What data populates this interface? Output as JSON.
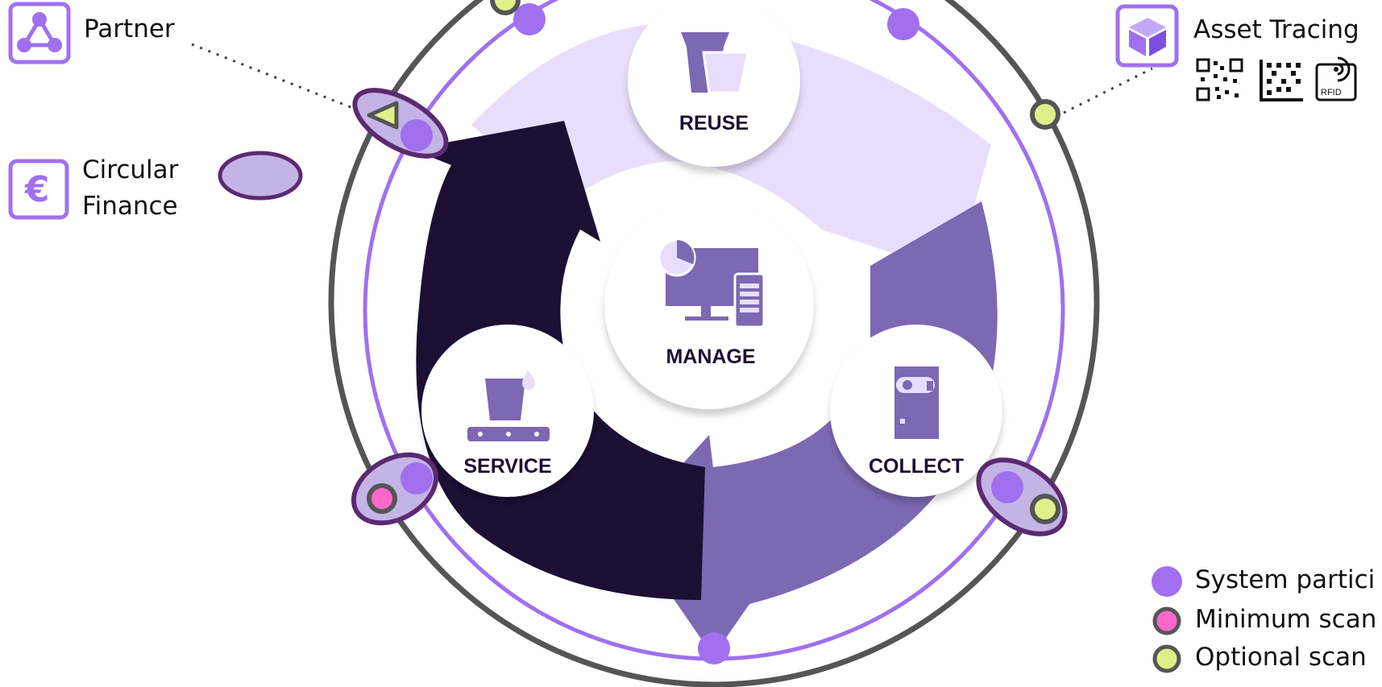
{
  "stages": {
    "reuse": "REUSE",
    "manage": "MANAGE",
    "collect": "COLLECT",
    "service": "SERVICE"
  },
  "features": {
    "partner": "Partner",
    "finance_line1": "Circular",
    "finance_line2": "Finance",
    "asset_tracing": "Asset Tracing",
    "rfid": "RFID"
  },
  "legend": [
    {
      "label": "System partici",
      "color": "#a070f0"
    },
    {
      "label": "Minimum scan",
      "color": "#ff66cc"
    },
    {
      "label": "Optional scan",
      "color": "#dff08a"
    }
  ],
  "colors": {
    "dark": "#1c0f33",
    "mid": "#7d68b3",
    "light": "#e8defc",
    "ring_purple": "#a070f0",
    "ring_gray": "#555555",
    "icon_purple": "#a070f0"
  }
}
